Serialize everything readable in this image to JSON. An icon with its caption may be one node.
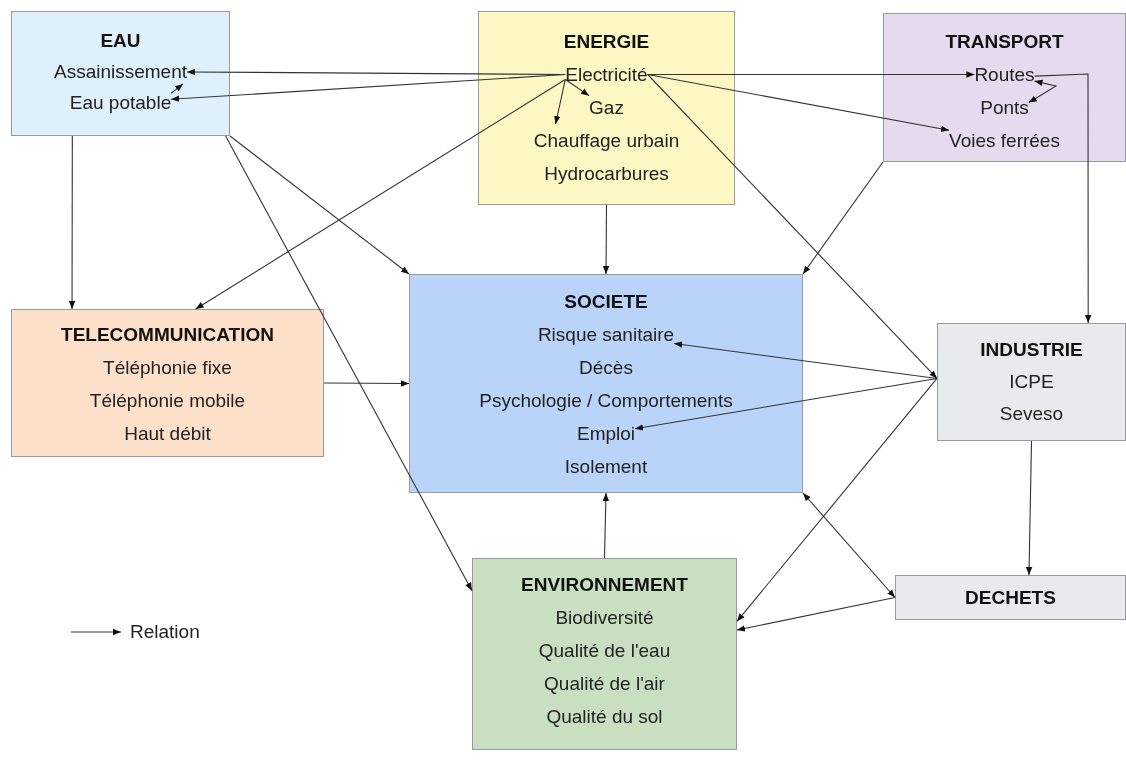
{
  "diagram": {
    "nodes": [
      {
        "text": [
          "EAU"
        ]
      },
      {
        "text": [
          "Assainissement"
        ],
        "in": 0
      },
      {
        "text": [
          "Eau potable"
        ],
        "in": 0
      },
      {
        "text": [
          "ENERGIE"
        ]
      },
      {
        "text": [
          "Electricité"
        ],
        "in": 3
      },
      {
        "text": [
          "Gaz"
        ],
        "in": 3
      },
      {
        "text": [
          "Chauffage urbain"
        ],
        "in": 3
      },
      {
        "text": [
          "Hydrocarbures"
        ],
        "in": 3
      },
      {
        "text": [
          "TRANSPORT"
        ]
      },
      {
        "text": [
          "Routes"
        ],
        "in": 8
      },
      {
        "text": [
          "Ponts"
        ],
        "in": 8
      },
      {
        "text": [
          "Voies ferrées"
        ],
        "in": 8
      },
      {
        "text": [
          "TELECOMMUNICATION",
          "Téléphonie fixe",
          "Téléphonie mobile",
          "Haut débit"
        ]
      },
      {
        "text": [
          "SOCIETE"
        ]
      },
      {
        "text": [
          "Risque sanitaire"
        ],
        "in": 13
      },
      {
        "text": [
          "Décès"
        ],
        "in": 13
      },
      {
        "text": [
          "Psychologie / Comportements"
        ],
        "in": 13
      },
      {
        "text": [
          "Emploi"
        ],
        "in": 13
      },
      {
        "text": [
          "Isolement"
        ],
        "in": 13
      },
      {
        "text": [
          "INDUSTRIE",
          "ICPE",
          "Seveso"
        ]
      },
      {
        "text": [
          "ENVIRONNEMENT",
          "Biodiversité",
          "Qualité de l'eau",
          "Qualité de l'air",
          "Qualité du sol"
        ]
      },
      {
        "text": [
          "DECHETS"
        ]
      }
    ],
    "edges": [
      {
        "from": 4,
        "to": 1,
        "arrow": "to"
      },
      {
        "from": 4,
        "to": 2,
        "arrow": "to"
      },
      {
        "from": 4,
        "to": 5,
        "arrow": "to"
      },
      {
        "from": 4,
        "to": 6,
        "arrow": "to"
      },
      {
        "from": 4,
        "to": 9,
        "arrow": "to"
      },
      {
        "from": 4,
        "to": 11,
        "arrow": "to"
      },
      {
        "from": 4,
        "to": 12,
        "arrow": "to"
      },
      {
        "from": 4,
        "to": 19,
        "arrow": "to"
      },
      {
        "from": 2,
        "to": 1,
        "arrow": "to"
      },
      {
        "from": 9,
        "to": 10,
        "arrow": "both"
      },
      {
        "from": 9,
        "to": 19,
        "arrow": "to"
      },
      {
        "from": 0,
        "to": 12,
        "arrow": "to"
      },
      {
        "from": 0,
        "to": 13,
        "arrow": "to"
      },
      {
        "from": 0,
        "to": 20,
        "arrow": "to"
      },
      {
        "from": 3,
        "to": 13,
        "arrow": "to"
      },
      {
        "from": 8,
        "to": 13,
        "arrow": "to"
      },
      {
        "from": 12,
        "to": 13,
        "arrow": "to"
      },
      {
        "from": 19,
        "to": 14,
        "arrow": "to"
      },
      {
        "from": 19,
        "to": 17,
        "arrow": "to"
      },
      {
        "from": 19,
        "to": 20,
        "arrow": "to"
      },
      {
        "from": 19,
        "to": 21,
        "arrow": "to"
      },
      {
        "from": 20,
        "to": 13,
        "arrow": "to"
      },
      {
        "from": 13,
        "to": 21,
        "arrow": "both"
      },
      {
        "from": 21,
        "to": 20,
        "arrow": "to"
      }
    ],
    "legend": [
      {
        "text": "Relation"
      }
    ]
  }
}
